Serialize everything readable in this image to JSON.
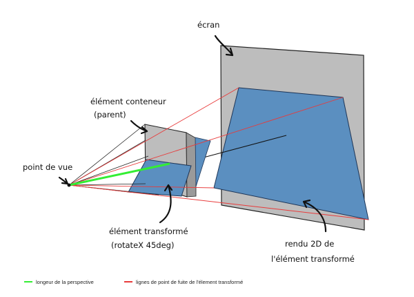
{
  "labels": {
    "ecran": "écran",
    "conteneur_line1": "élément conteneur",
    "conteneur_line2": "(parent)",
    "point_de_vue": "point de vue",
    "transforme_line1": "élément transformé",
    "transforme_line2": "(rotateX 45deg)",
    "rendu_line1": "rendu 2D de",
    "rendu_line2": "l'élément transformé"
  },
  "legend": [
    {
      "label": "longeur de la perspective",
      "color": "#33ee33"
    },
    {
      "label": "lignes de point de fuite de l'élement transformé",
      "color": "#e83a3a"
    }
  ],
  "colors": {
    "panel_gray": "#bdbdbd",
    "element_blue": "#5b8fc0",
    "perspective_green": "#33ee33",
    "vanishing_red": "#e83a3a",
    "outline": "#111111"
  }
}
